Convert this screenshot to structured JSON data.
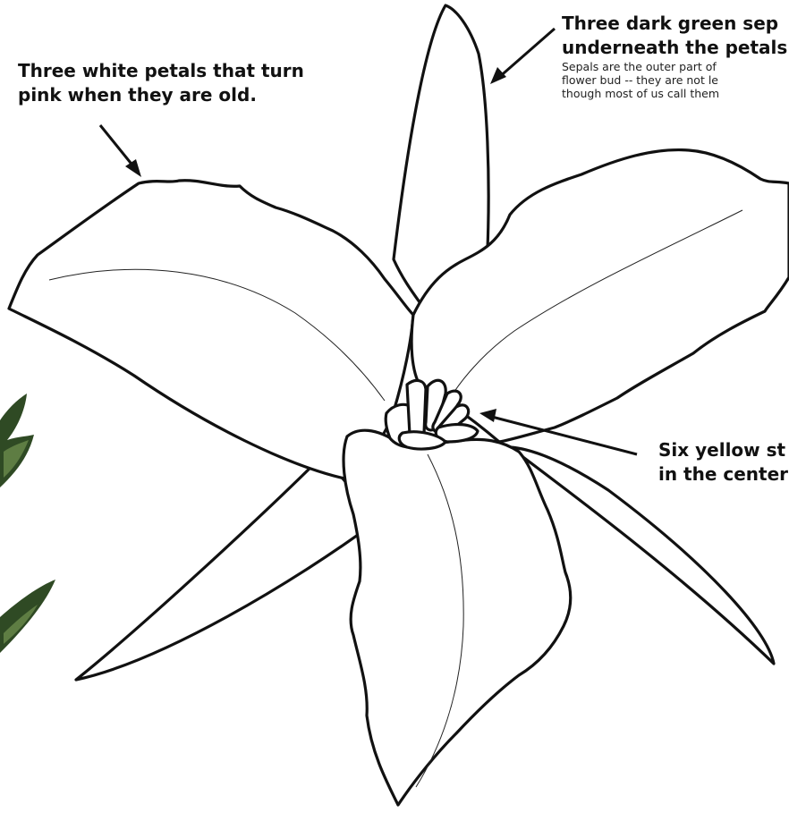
{
  "annotations": {
    "petals": {
      "lines": [
        "Three white petals that turn",
        "pink when they are old."
      ]
    },
    "sepals": {
      "title_lines": [
        "Three dark green sep",
        "underneath the petals"
      ],
      "note_lines": [
        "Sepals are the outer part of",
        "flower bud -- they are not le",
        "though most of us call them"
      ]
    },
    "stamens": {
      "lines": [
        "Six yellow st",
        "in the center"
      ]
    }
  },
  "colors": {
    "outline": "#111111",
    "fill": "#ffffff",
    "leaf_dark": "#2f4a24",
    "leaf_light": "#5e7d43"
  }
}
